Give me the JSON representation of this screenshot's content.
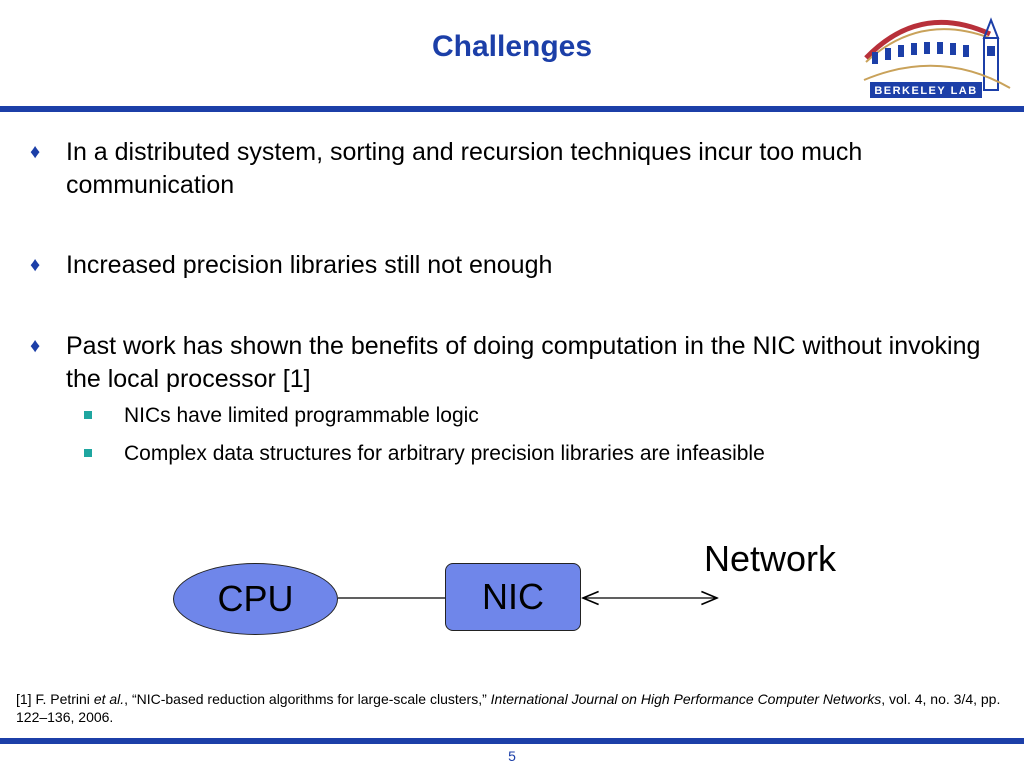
{
  "slide": {
    "title": "Challenges",
    "page_number": "5",
    "accent_color": "#1c3fa8",
    "box_fill_color": "#6f86ea",
    "subbullet_color": "#1fa6a0"
  },
  "logo": {
    "text": "BERKELEY LAB",
    "icon": "berkeley-lab-logo"
  },
  "bullets": [
    {
      "text": "In a distributed system, sorting and recursion techniques incur too much communication",
      "sub": []
    },
    {
      "text": "Increased precision libraries still not enough",
      "sub": []
    },
    {
      "text": "Past work has shown the benefits of doing computation in the NIC without invoking the local processor [1]",
      "sub": [
        "NICs have limited programmable logic",
        "Complex data structures for arbitrary precision libraries are infeasible"
      ]
    }
  ],
  "diagram": {
    "cpu_label": "CPU",
    "nic_label": "NIC",
    "network_label": "Network"
  },
  "footnote": {
    "prefix": "[1] F. Petrini ",
    "et_al": "et al.",
    "middle": ", “NIC-based reduction algorithms for large-scale clusters,” ",
    "journal": "International Journal on High Performance Computer Networks",
    "suffix": ", vol. 4, no. 3/4, pp. 122–136, 2006."
  }
}
